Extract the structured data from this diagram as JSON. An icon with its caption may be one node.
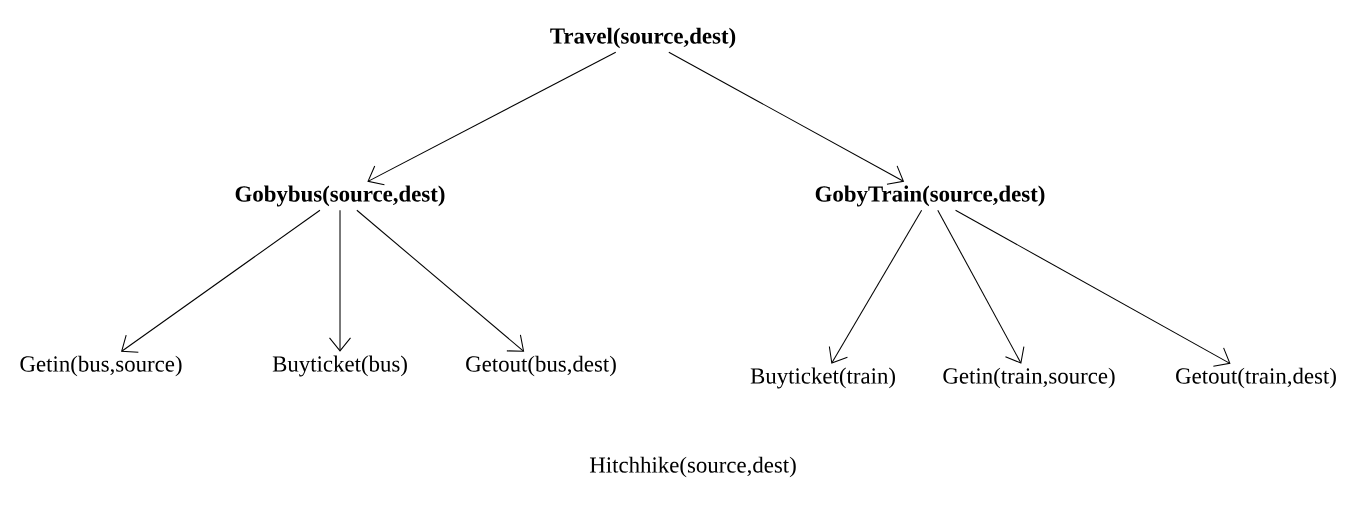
{
  "diagram": {
    "nodes": [
      {
        "text": [
          "Travel(source,dest)"
        ]
      },
      {
        "text": [
          "Gobybus(source,dest)"
        ]
      },
      {
        "text": [
          "GobyTrain(source,dest)"
        ]
      },
      {
        "text": [
          "Getin(bus,source)"
        ]
      },
      {
        "text": [
          "Buyticket(bus)"
        ]
      },
      {
        "text": [
          "Getout(bus,dest)"
        ]
      },
      {
        "text": [
          "Buyticket(train)"
        ]
      },
      {
        "text": [
          "Getin(train,source)"
        ]
      },
      {
        "text": [
          "Getout(train,dest)"
        ]
      }
    ],
    "edges": [
      {
        "from": 0,
        "to": 1,
        "arrow": "to"
      },
      {
        "from": 0,
        "to": 2,
        "arrow": "to"
      },
      {
        "from": 1,
        "to": 3,
        "arrow": "to"
      },
      {
        "from": 1,
        "to": 4,
        "arrow": "to"
      },
      {
        "from": 1,
        "to": 5,
        "arrow": "to"
      },
      {
        "from": 2,
        "to": 6,
        "arrow": "to"
      },
      {
        "from": 2,
        "to": 7,
        "arrow": "to"
      },
      {
        "from": 2,
        "to": 8,
        "arrow": "to"
      }
    ],
    "labels": [
      "Hitchhike(source,dest)"
    ]
  }
}
